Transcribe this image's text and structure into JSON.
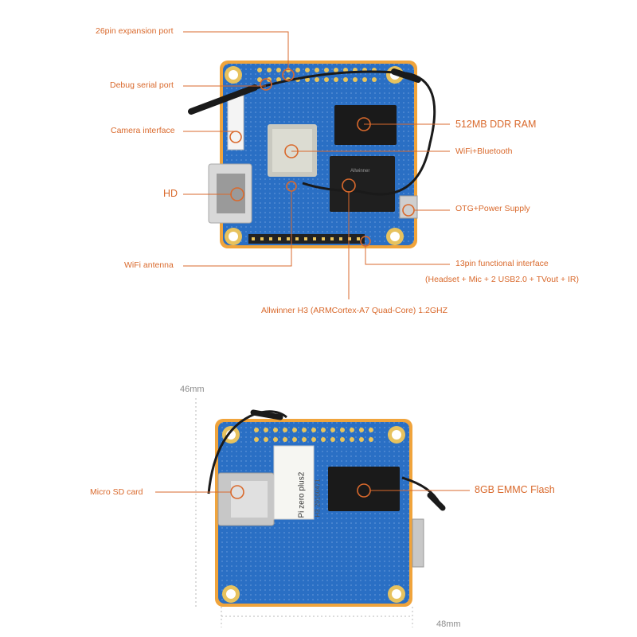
{
  "top_board": {
    "labels": {
      "expansion": "26pin expansion port",
      "debug": "Debug serial port",
      "camera": "Camera interface",
      "hd": "HD",
      "wifi_antenna": "WiFi antenna",
      "ram": "512MB DDR RAM",
      "wifi_bt": "WiFi+Bluetooth",
      "otg": "OTG+Power Supply",
      "functional": "13pin functional interface",
      "functional_detail": "(Headset + Mic + 2 USB2.0 + TVout + IR)",
      "cpu": "Allwinner H3 (ARMCortex-A7 Quad-Core) 1.2GHZ"
    }
  },
  "bottom_board": {
    "labels": {
      "microsd": "Micro SD card",
      "emmc": "8GB EMMC Flash"
    },
    "silkscreen": {
      "model": "Pi zero plus2",
      "serial": "H3 20160471"
    },
    "dimensions": {
      "height": "46mm",
      "width": "48mm"
    }
  },
  "colors": {
    "accent": "#d9692c",
    "pcb_blue": "#2a6fc4",
    "pcb_border": "#f0a43c",
    "dimension": "#8c8c8c"
  }
}
